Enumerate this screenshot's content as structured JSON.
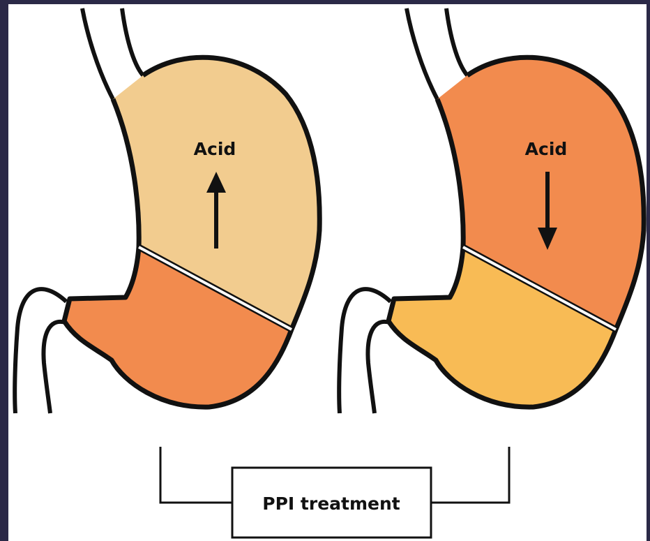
{
  "colors": {
    "frame": "#2b2947",
    "background": "#ffffff",
    "outline": "#111111",
    "pale_orange": "#f2cc8f",
    "deep_orange": "#f28b4e",
    "yellow_orange": "#f8bb55"
  },
  "stomach_before": {
    "label": "Acid",
    "arrow": "arrow-up"
  },
  "stomach_after": {
    "label": "Acid",
    "arrow": "arrow-down"
  },
  "treatment_box": {
    "label": "PPI treatment"
  }
}
